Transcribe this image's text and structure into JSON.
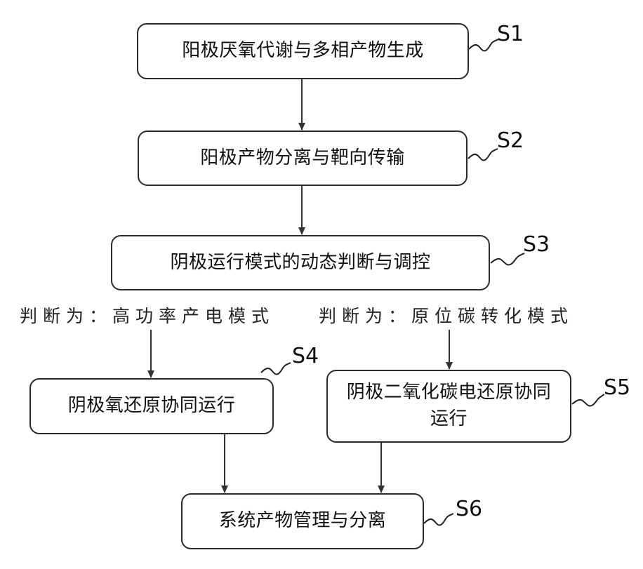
{
  "steps": {
    "s1": {
      "id": "S1",
      "text": "阳极厌氧代谢与多相产物生成"
    },
    "s2": {
      "id": "S2",
      "text": "阳极产物分离与靶向传输"
    },
    "s3": {
      "id": "S3",
      "text": "阴极运行模式的动态判断与调控"
    },
    "s4": {
      "id": "S4",
      "text": "阴极氧还原协同运行"
    },
    "s5": {
      "id": "S5",
      "text": "阴极二氧化碳电还原协同运行"
    },
    "s6": {
      "id": "S6",
      "text": "系统产物管理与分离"
    }
  },
  "branches": {
    "left": "判断为：高功率产电模式",
    "right": "判断为：原位碳转化模式"
  }
}
